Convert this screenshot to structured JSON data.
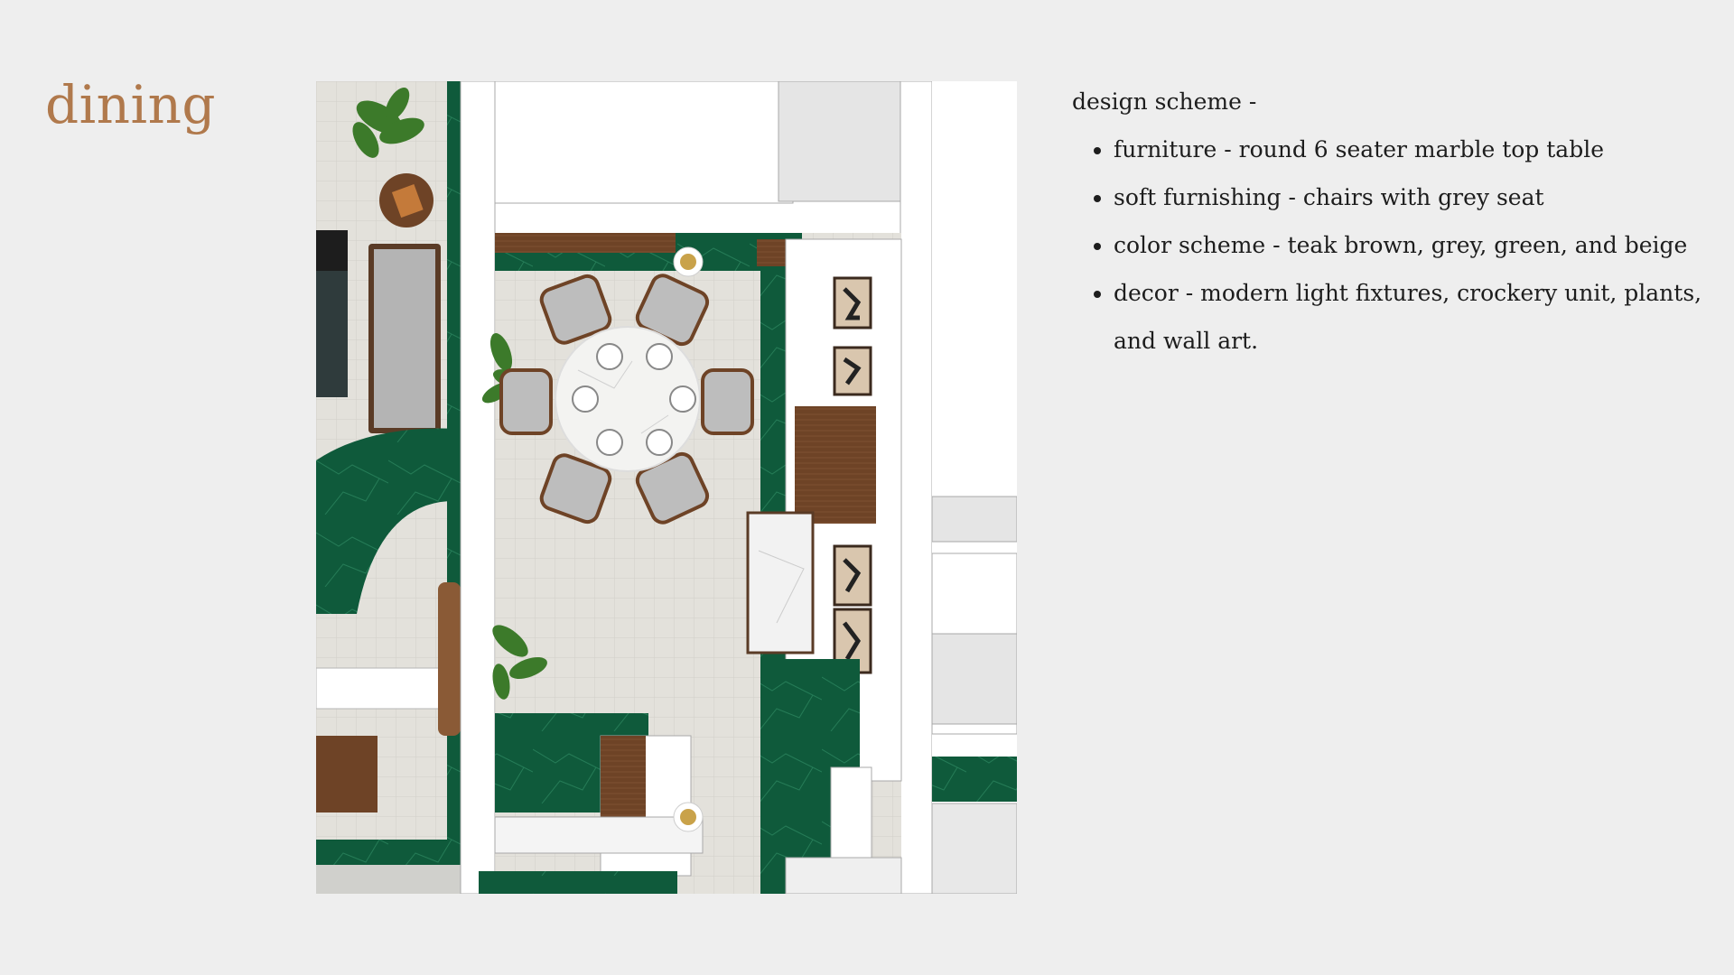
{
  "slide": {
    "title": "dining"
  },
  "design_scheme": {
    "heading": "design scheme -",
    "items": [
      "furniture - round 6 seater marble top table",
      "soft furnishing - chairs with grey seat",
      "color scheme - teak brown, grey, green, and beige",
      "decor - modern light fixtures, crockery unit, plants, and wall art."
    ]
  },
  "plan": {
    "colors": {
      "marble_green": "#0f5a3b",
      "teak_brown": "#6e4326",
      "beige_tile": "#e2e0da",
      "chair_grey": "#b8b8b8",
      "wall_white": "#ffffff"
    }
  }
}
